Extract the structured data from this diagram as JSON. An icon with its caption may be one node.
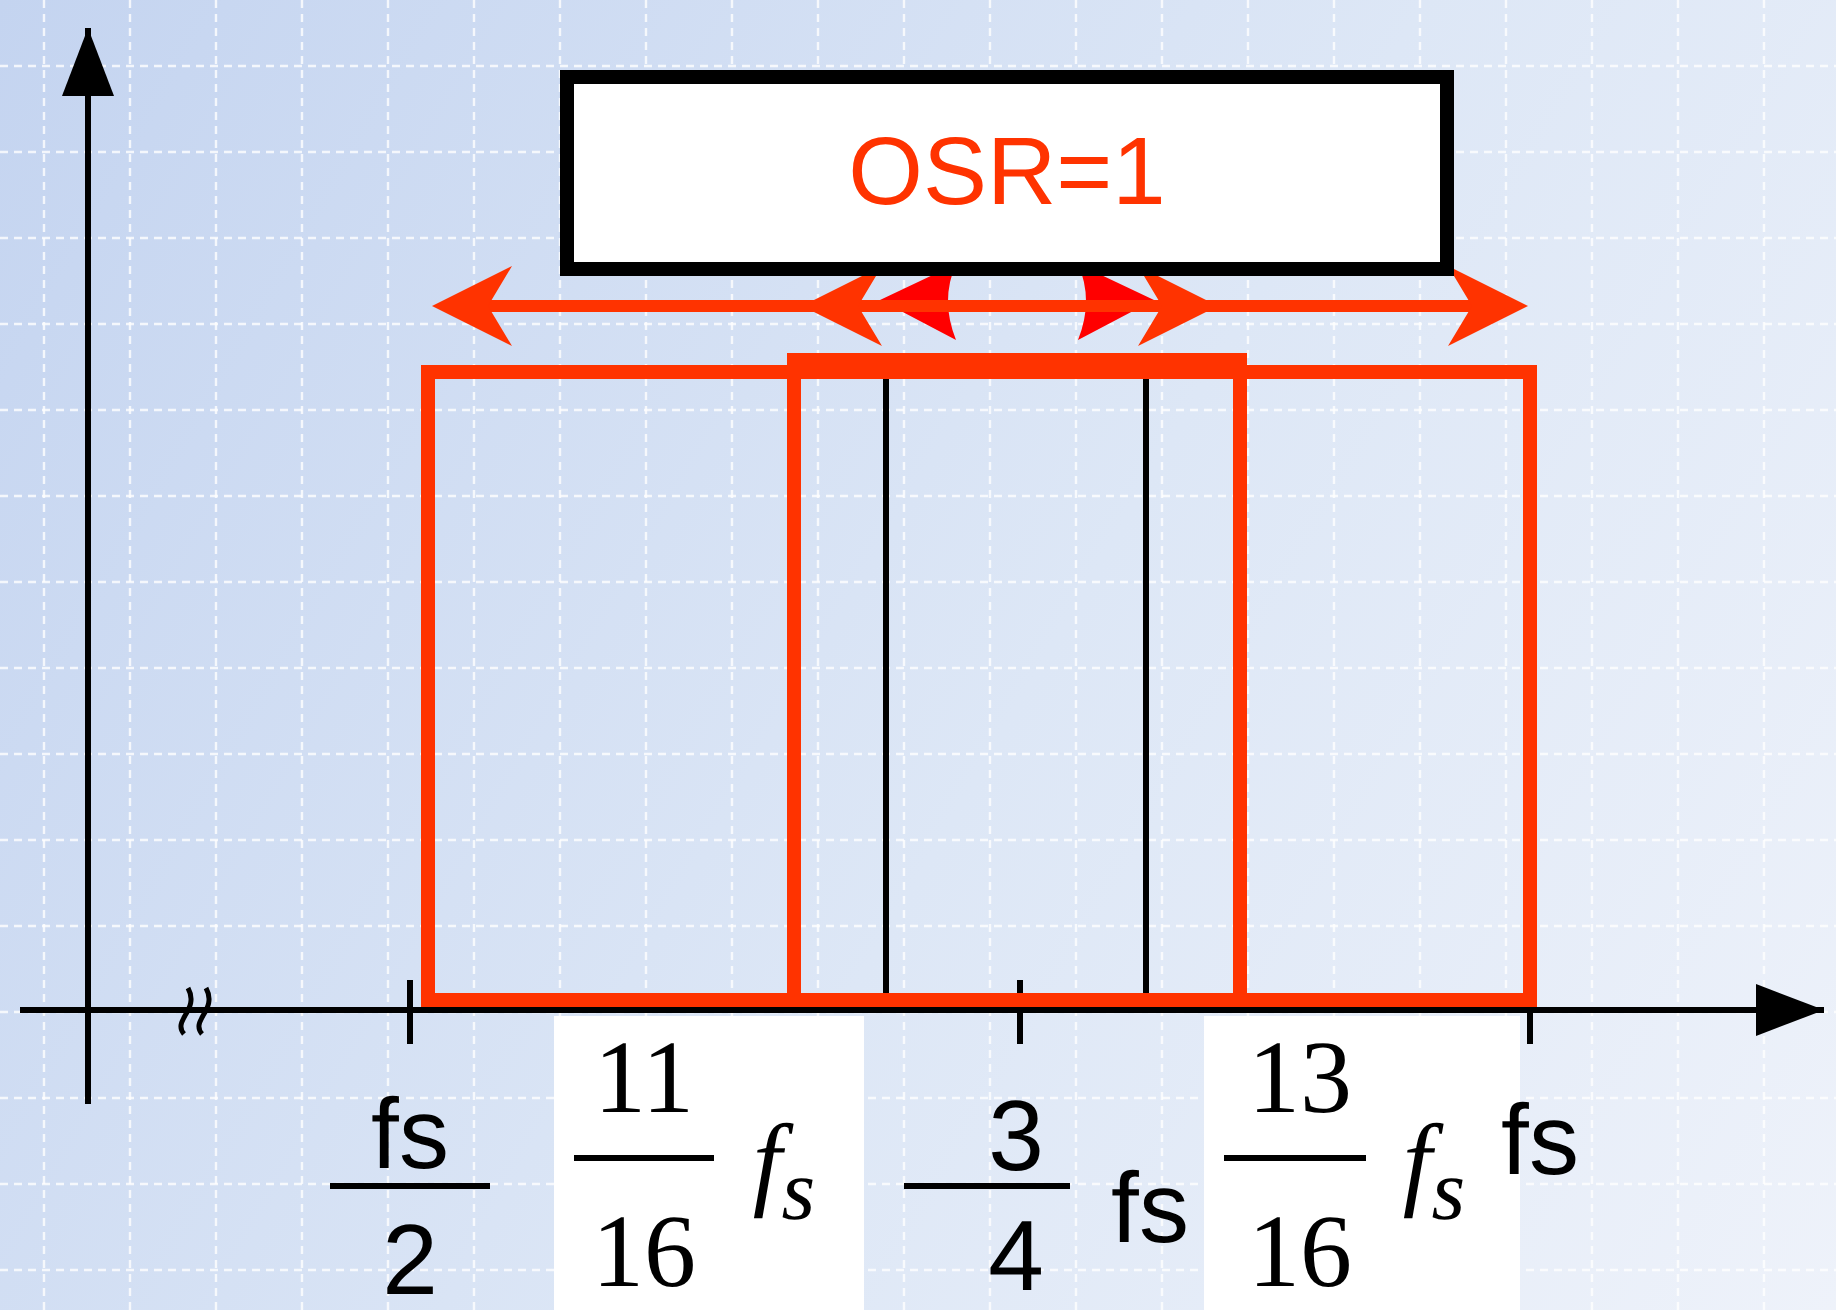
{
  "diagram": {
    "nodes": [
      {
        "text": [
          "OSR=1"
        ]
      }
    ],
    "labels": [
      "fs",
      "2",
      "11",
      "16",
      "f$_{s}$",
      "3",
      "4",
      "fs",
      "13",
      "16",
      "f$_{s}$",
      "fs"
    ]
  }
}
